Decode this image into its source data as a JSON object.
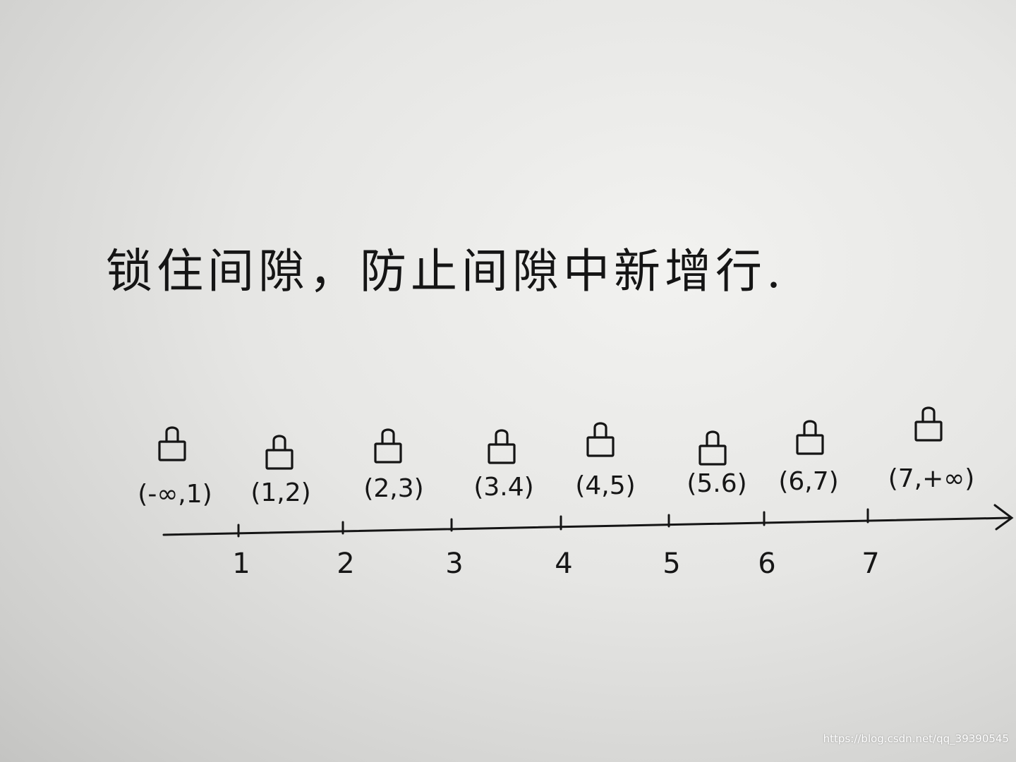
{
  "title": "锁住间隙，防止间隙中新增行.",
  "intervals": [
    "(-∞,1)",
    "(1,2)",
    "(2,3)",
    "(3.4)",
    "(4,5)",
    "(5.6)",
    "(6,7)",
    "(7,+∞)"
  ],
  "ticks": [
    "1",
    "2",
    "3",
    "4",
    "5",
    "6",
    "7"
  ],
  "lock_icon": "padlock-icon",
  "ink_color": "#151515",
  "watermark": "https://blog.csdn.net/qq_39390545"
}
